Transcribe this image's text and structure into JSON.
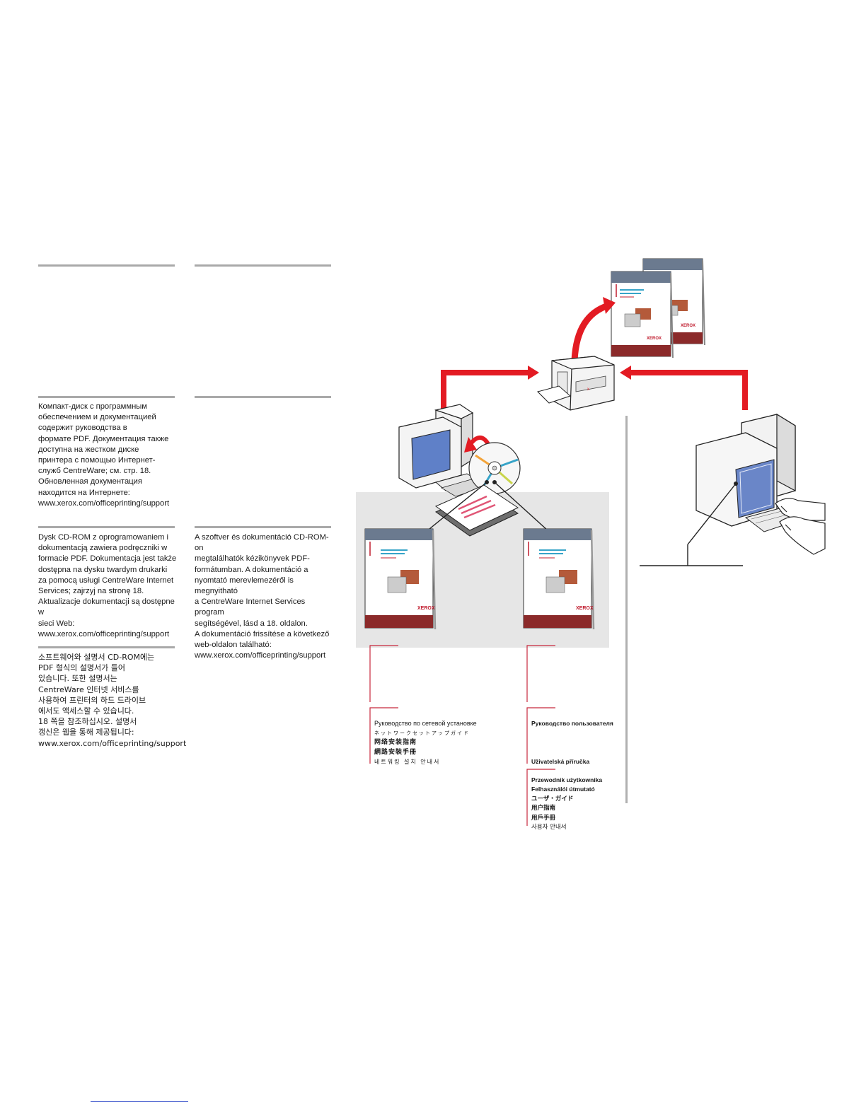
{
  "paragraphs": {
    "russian": "Компакт-диск с программным\nобеспечением и документацией\nсодержит руководства в\nформате PDF. Документация также\nдоступна на жестком диске\nпринтера с помощью Интернет-\nслужб CentreWare; см. стр. 18.\nОбновленная документация\nнаходится на Интернете:\nwww.xerox.com/officeprinting/support",
    "polish": "Dysk CD-ROM z oprogramowaniem i\ndokumentacją  zawiera podręczniki w\nformacie PDF. Dokumentacja  jest także\ndostępna na dysku twardym drukarki\nza pomocą usługi CentreWare Internet\nServices; zajrzyj na stronę 18.\nAktualizacje dokumentacji są dostępne w\nsieci Web:\nwww.xerox.com/officeprinting/support",
    "hungarian": "A szoftver és dokumentáció CD-ROM-on\nmegtalálhatók kézikönyvek PDF-\nformátumban.  A dokumentáció a\nnyomtató merevlemezéről is megnyitható\na CentreWare Internet Services program\nsegítségével, lásd a 18. oldalon.\nA dokumentáció frissítése a következő\nweb-oldalon található:\nwww.xerox.com/officeprinting/support",
    "korean": "소프트웨어와 설명서 CD-ROM에는\nPDF 형식의 설명서가 들어\n있습니다. 또한 설명서는\nCentreWare 인터넷 서비스를\n사용하여 프린터의 하드 드라이브\n에서도 액세스할 수 있습니다.\n18 쪽을 참조하십시오. 설명서\n갱신은 웹을 통해 제공됩니다:\nwww.xerox.com/officeprinting/support"
  },
  "network_guide": {
    "titles": [
      "Руководство по сетевой установке",
      "ネットワークセットアップガイド",
      "网络安装指南",
      "網路安裝手冊",
      "네트워킹 설치 안내서"
    ]
  },
  "user_guide": {
    "title_ru": "Руководство пользователя",
    "titles": [
      "Uživatelská příručka",
      "Przewodnik użytkownika",
      "Felhasználói útmutató",
      "ユーザ・ガイド",
      "用户指南",
      "用戶手冊",
      "사용자 안내서"
    ]
  },
  "illustration": {
    "manual_brand": "XEROX",
    "colors": {
      "arrow_red": "#e31b23",
      "accent_blue": "#37a4c8",
      "screen_blue": "#6a86c8",
      "panel_grey": "#e6e6e6"
    },
    "icons": [
      "printer-icon",
      "computer-icon",
      "cd-rom-icon",
      "manual-icon",
      "workstation-icon",
      "hands-typing-icon"
    ]
  }
}
